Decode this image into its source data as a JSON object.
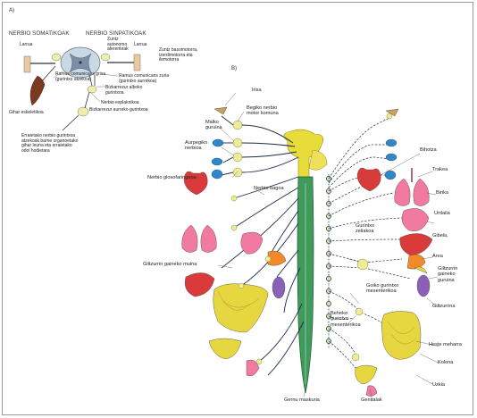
{
  "panels": {
    "a": "A)",
    "b": "B)"
  },
  "panel_a": {
    "heading_somatic": "NERBIO SOMATIKOAK",
    "heading_sympathetic": "NERBIO SINPATIKOAK",
    "skin_left": "Larrua",
    "skin_right": "Larrua",
    "autonomic_afferent": "Zuntz\nautonomo\naferenteak",
    "vasomotor": "Zuntz basomotorra,\nizerdimotorra eta\nilemotorra",
    "ramus_grey": "Ramus comunicans grisa\n(gurintxo atzekoa)",
    "ramus_white": "Ramus comunicans zuria\n(gurintxo aurrekoa)",
    "lateral_ganglion": "Bizkarrezur alboko\ngurintxoa",
    "splanchnic": "Nerbio esplaknikoa",
    "prevertebral_ganglion": "Bizkarrezur aurreko gurintxoa",
    "skeletal_muscle": "Gihar eskeletikoa",
    "organ_note": "Erraietako nerbio gurintxoa\natzekoak barne organoetako\ngihar leuna eta erraietako\nodol hodietara"
  },
  "panel_b": {
    "iris": "Irisa",
    "oculomotor": "Begiko nerbio\nmotor komuna",
    "tear_gland": "Malko\nguruina",
    "facial_nerve": "Aurpegiko\nnerbioa",
    "glossopharyngeal": "Nerbio glosofaringeoa",
    "vagus": "Nerbio bagoa",
    "adrenal_medulla": "Giltzurrin gaineko muina",
    "heart": "Bihotza",
    "trachea": "Trakea",
    "lung": "Birika",
    "stomach": "Urdaila",
    "celiac_ganglion": "Gurintxo\nzeliakoa",
    "liver": "Gibela,",
    "spleen": "Area",
    "adrenal_gland": "Giltzurrin\ngaineko\nguruina",
    "superior_mesenteric": "Goiko gurintxo\nmesenterikoa",
    "kidney": "Giltzurrina",
    "inferior_mesenteric": "Beheko\ngurintxo\nmesenterikoa",
    "small_intestine": "Heste meharra",
    "colon": "Kolona",
    "anus": "Uzkia",
    "bladder": "Gernu maskuria",
    "genitals": "Genitalak"
  },
  "colors": {
    "spinal_cord": "#3f9a5c",
    "brain": "#e8dc3a",
    "ganglion": "#ecec9a",
    "nerve_solid": "#1c2a4a",
    "nerve_dashed": "#2a3450",
    "organ_blue": "#2f86c9",
    "organ_red": "#d93a3a",
    "organ_pink": "#f07aa0",
    "organ_yellow": "#e6d640",
    "organ_purple": "#8a60b8",
    "organ_orange": "#f28a2a"
  }
}
